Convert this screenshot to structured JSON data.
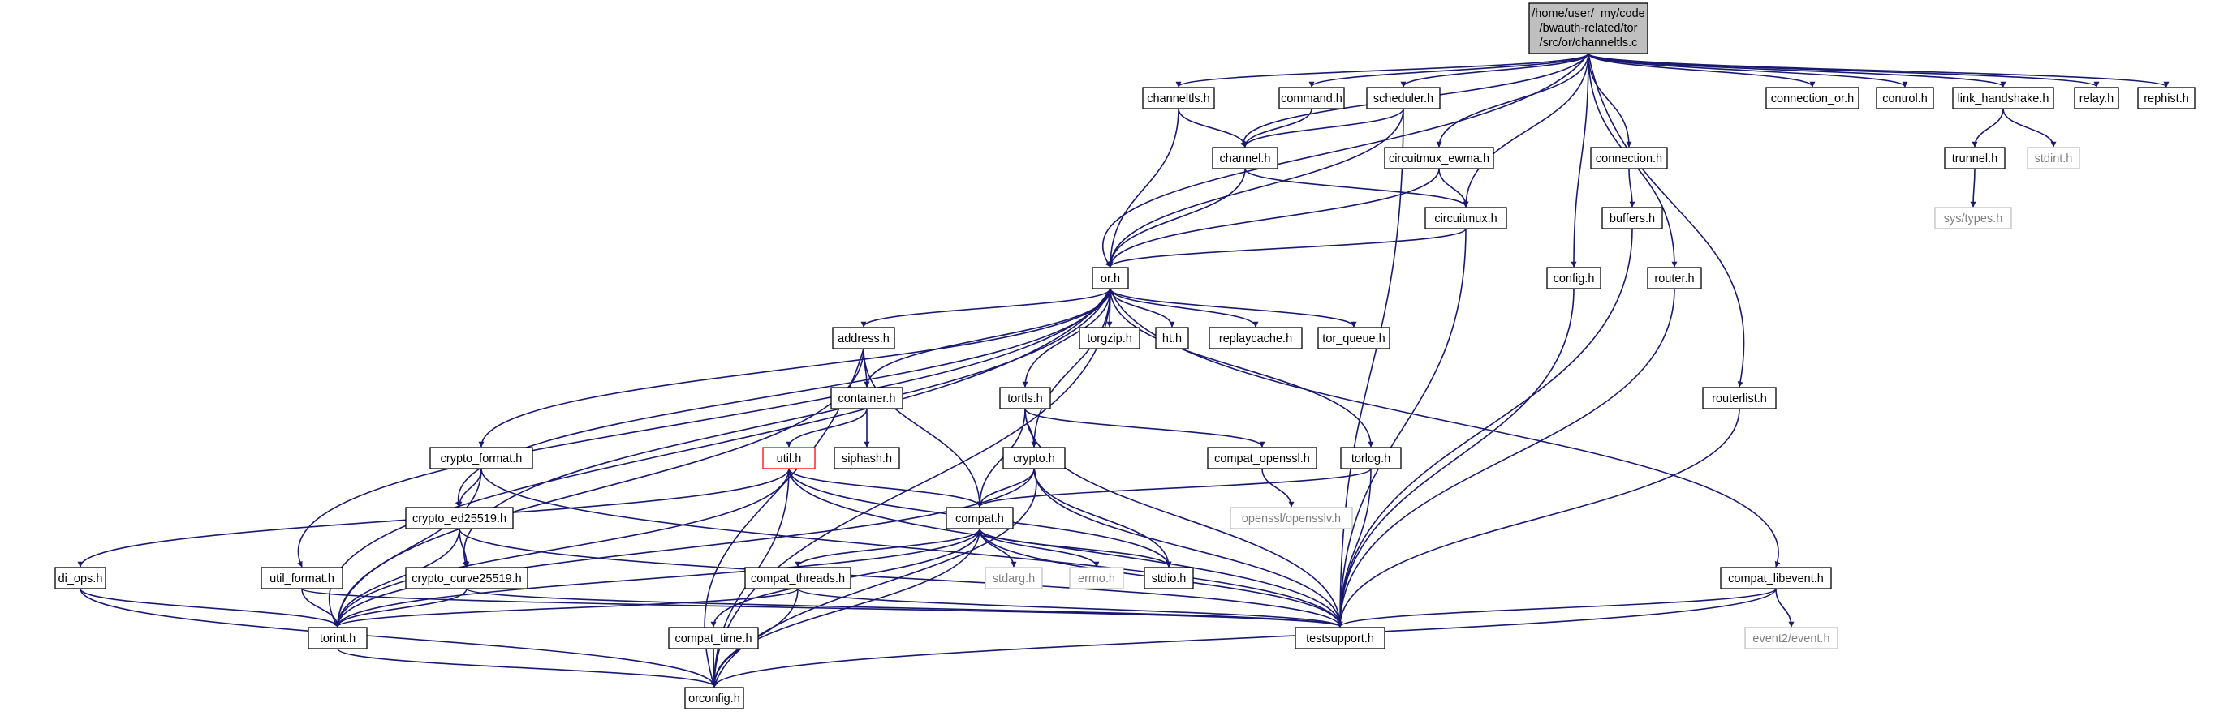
{
  "colors": {
    "edge": "#191970",
    "node_border": "#000000",
    "node_fill": "#ffffff",
    "root_fill": "#bfbfbf",
    "highlight_border": "#ff0000",
    "external_border": "#bfbfbf",
    "external_text": "#808080",
    "text": "#000000"
  },
  "root": {
    "line1": "/home/user/_my/code",
    "line2": "/bwauth-related/tor",
    "line3": "/src/or/channeltls.c"
  },
  "nodes": {
    "channeltls_h": "channeltls.h",
    "command_h": "command.h",
    "scheduler_h": "scheduler.h",
    "connection_or_h": "connection_or.h",
    "control_h": "control.h",
    "link_handshake_h": "link_handshake.h",
    "relay_h": "relay.h",
    "rephist_h": "rephist.h",
    "channel_h": "channel.h",
    "circuitmux_ewma_h": "circuitmux_ewma.h",
    "connection_h": "connection.h",
    "trunnel_h": "trunnel.h",
    "stdint_h": "stdint.h",
    "buffers_h": "buffers.h",
    "circuitmux_h": "circuitmux.h",
    "sys_types_h": "sys/types.h",
    "or_h": "or.h",
    "config_h": "config.h",
    "router_h": "router.h",
    "address_h": "address.h",
    "torgzip_h": "torgzip.h",
    "ht_h": "ht.h",
    "replaycache_h": "replaycache.h",
    "tor_queue_h": "tor_queue.h",
    "tortls_h": "tortls.h",
    "container_h": "container.h",
    "routerlist_h": "routerlist.h",
    "crypto_format_h": "crypto_format.h",
    "util_h": "util.h",
    "crypto_h": "crypto.h",
    "compat_openssl_h": "compat_openssl.h",
    "torlog_h": "torlog.h",
    "siphash_h": "siphash.h",
    "opensslv_h": "openssl/opensslv.h",
    "crypto_ed25519_h": "crypto_ed25519.h",
    "compat_h": "compat.h",
    "di_ops_h": "di_ops.h",
    "util_format_h": "util_format.h",
    "crypto_curve25519_h": "crypto_curve25519.h",
    "compat_threads_h": "compat_threads.h",
    "stdarg_h": "stdarg.h",
    "errno_h": "errno.h",
    "stdio_h": "stdio.h",
    "compat_libevent_h": "compat_libevent.h",
    "torint_h": "torint.h",
    "testsupport_h": "testsupport.h",
    "compat_time_h": "compat_time.h",
    "event2_event_h": "event2/event.h",
    "orconfig_h": "orconfig.h"
  }
}
